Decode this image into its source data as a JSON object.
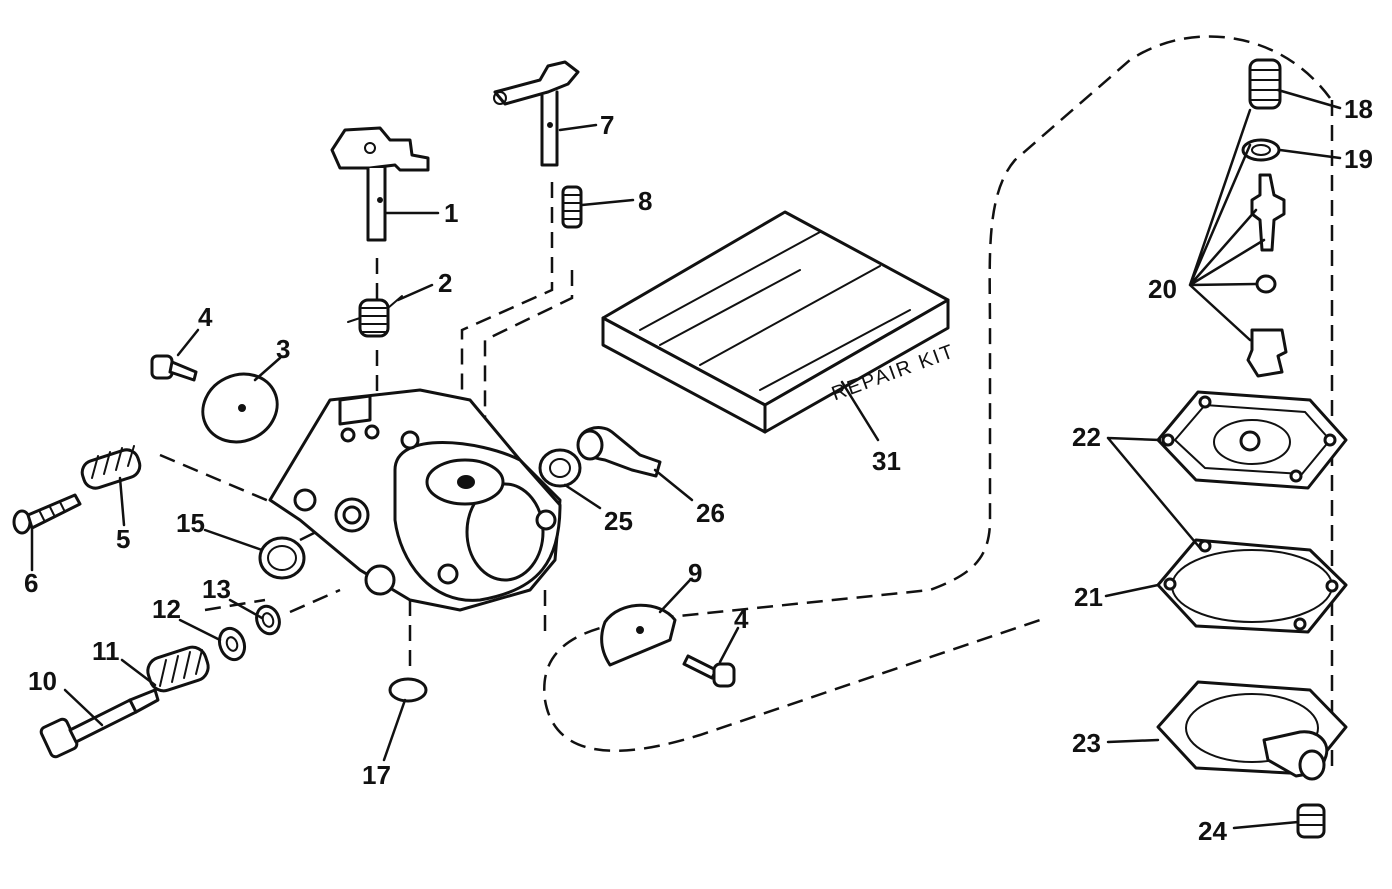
{
  "callouts": {
    "c1": "1",
    "c2": "2",
    "c3": "3",
    "c4a": "4",
    "c4b": "4",
    "c5": "5",
    "c6": "6",
    "c7": "7",
    "c8": "8",
    "c9": "9",
    "c10": "10",
    "c11": "11",
    "c12": "12",
    "c13": "13",
    "c15": "15",
    "c17": "17",
    "c18": "18",
    "c19": "19",
    "c20": "20",
    "c21": "21",
    "c22": "22",
    "c23": "23",
    "c24": "24",
    "c25": "25",
    "c26": "26",
    "c31": "31"
  },
  "repair_kit_label": "REPAIR KIT"
}
